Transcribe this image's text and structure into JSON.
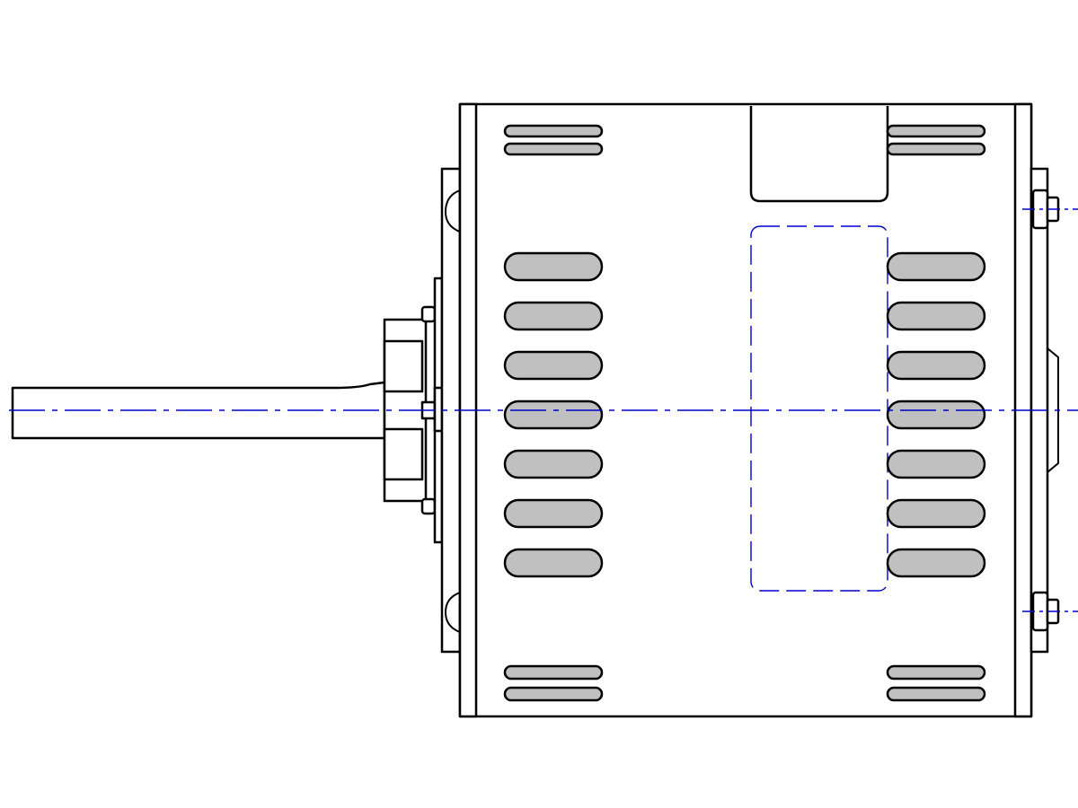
{
  "drawing": {
    "subject": "electric-motor-side-view",
    "colors": {
      "line": "#000000",
      "vent_fill": "#c0c0c0",
      "center_line": "#0000cc",
      "background": "#ffffff"
    },
    "vent_slots": {
      "left_top_group": 2,
      "left_middle_group": 7,
      "left_bottom_group": 2,
      "right_top_group": 2,
      "right_middle_group": 7,
      "right_bottom_group": 2
    }
  }
}
